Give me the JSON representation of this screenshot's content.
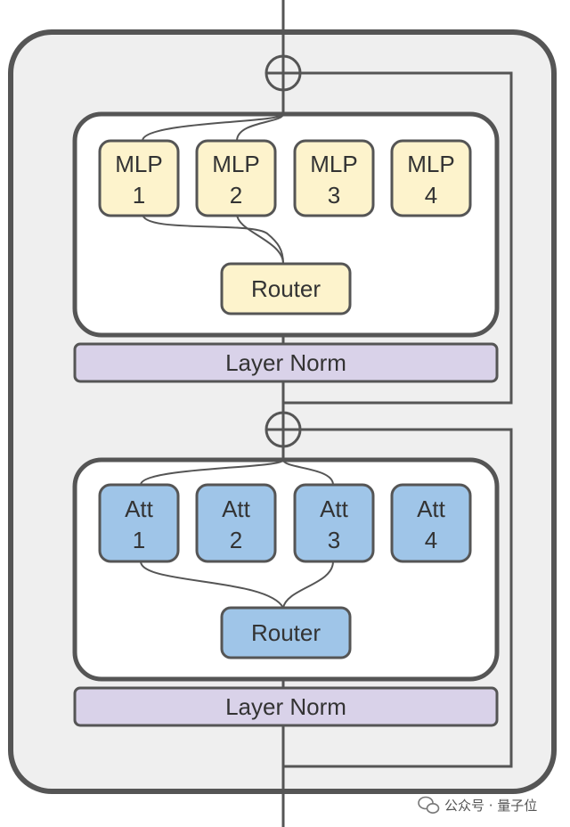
{
  "colors": {
    "outer_fill": "#efefef",
    "stroke": "#555555",
    "mlp_fill": "#fdf3cc",
    "att_fill": "#9fc5e8",
    "norm_fill": "#d9d2e9",
    "panel_fill": "#ffffff"
  },
  "moe_block": {
    "experts": [
      {
        "line1": "MLP",
        "line2": "1"
      },
      {
        "line1": "MLP",
        "line2": "2"
      },
      {
        "line1": "MLP",
        "line2": "3"
      },
      {
        "line1": "MLP",
        "line2": "4"
      }
    ],
    "router_label": "Router",
    "norm_label": "Layer Norm"
  },
  "attention_block": {
    "experts": [
      {
        "line1": "Att",
        "line2": "1"
      },
      {
        "line1": "Att",
        "line2": "2"
      },
      {
        "line1": "Att",
        "line2": "3"
      },
      {
        "line1": "Att",
        "line2": "4"
      }
    ],
    "router_label": "Router",
    "norm_label": "Layer Norm"
  },
  "watermark": {
    "icon": "wechat-icon",
    "text": "公众号 · 量子位"
  }
}
